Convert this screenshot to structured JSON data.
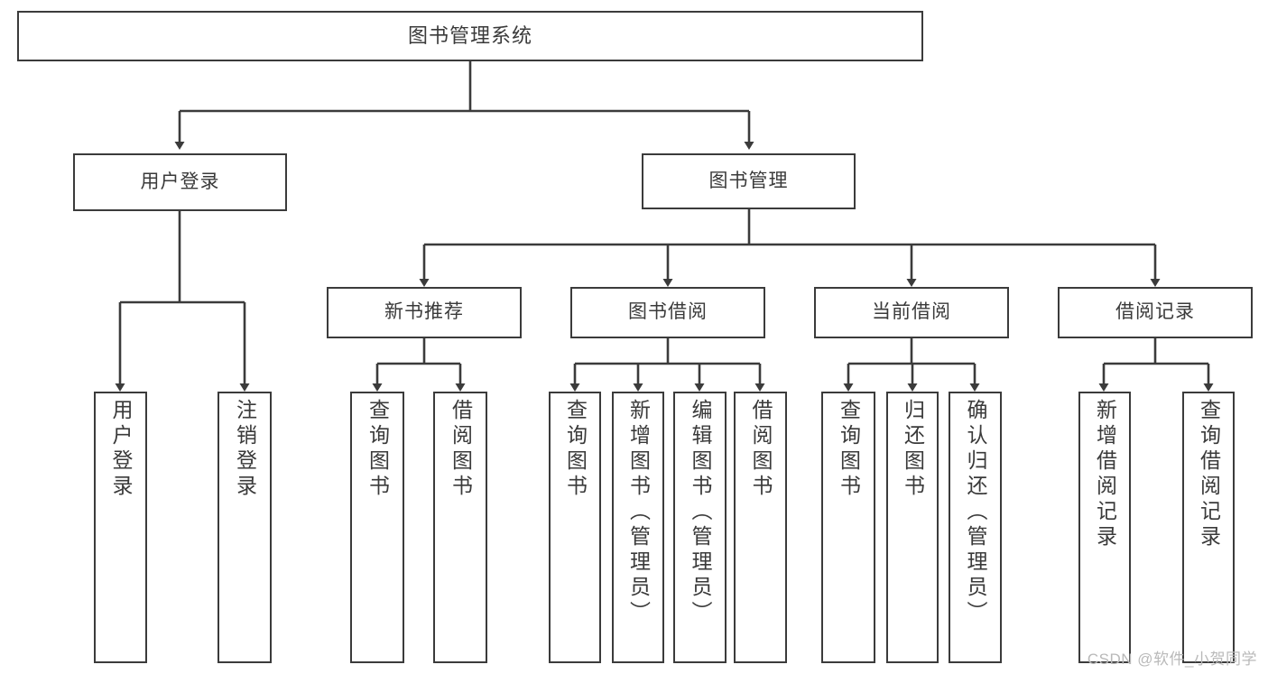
{
  "diagram": {
    "title": "图书管理系统",
    "type": "tree",
    "root": {
      "label": "图书管理系统"
    },
    "level1": [
      {
        "label": "用户登录"
      },
      {
        "label": "图书管理"
      }
    ],
    "level2": [
      {
        "label": "新书推荐",
        "parent": "图书管理"
      },
      {
        "label": "图书借阅",
        "parent": "图书管理"
      },
      {
        "label": "当前借阅",
        "parent": "图书管理"
      },
      {
        "label": "借阅记录",
        "parent": "图书管理"
      }
    ],
    "leaves": {
      "user_login": [
        {
          "label": "用户登录"
        },
        {
          "label": "注销登录"
        }
      ],
      "new_book_recommend": [
        {
          "label": "查询图书"
        },
        {
          "label": "借阅图书"
        }
      ],
      "book_borrow": [
        {
          "label": "查询图书"
        },
        {
          "label": "新增图书（管理员）"
        },
        {
          "label": "编辑图书（管理员）"
        },
        {
          "label": "借阅图书"
        }
      ],
      "current_borrow": [
        {
          "label": "查询图书"
        },
        {
          "label": "归还图书"
        },
        {
          "label": "确认归还（管理员）"
        }
      ],
      "borrow_record": [
        {
          "label": "新增借阅记录"
        },
        {
          "label": "查询借阅记录"
        }
      ]
    },
    "colors": {
      "stroke": "#3b3b3b",
      "text": "#3a3a3a",
      "background": "#ffffff",
      "watermark": "#b9b9b9"
    }
  },
  "watermark": {
    "text": "CSDN @软件_小贺同学"
  }
}
